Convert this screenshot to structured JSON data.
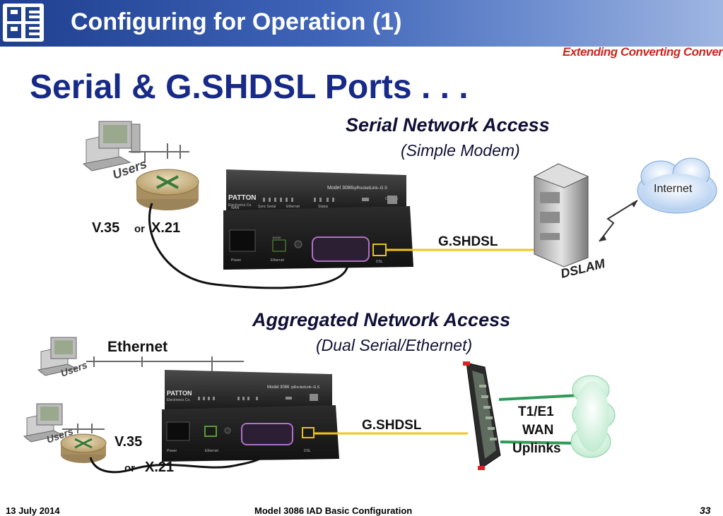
{
  "header": {
    "title": "Configuring for Operation (1)",
    "logo_text": "P E"
  },
  "tagline": "Extending Converting Converging",
  "slide_title": "Serial & G.SHDSL Ports . . .",
  "top_section": {
    "heading": "Serial Network Access",
    "subheading": "(Simple Modem)",
    "users_label": "Users",
    "interface_main": "V.35",
    "interface_or": "or",
    "interface_alt": "X.21",
    "link_label": "G.SHDSL",
    "dslam_label": "DSLAM",
    "cloud_label": "Internet"
  },
  "bottom_section": {
    "heading": "Aggregated Network Access",
    "subheading": "(Dual Serial/Ethernet)",
    "ethernet_label": "Ethernet",
    "users_label": "Users",
    "interface_main": "V.35",
    "interface_or": "or",
    "interface_alt": "X.21",
    "link_label": "G.SHDSL",
    "wan_line1": "T1/E1",
    "wan_line2": "WAN",
    "wan_line3": "Uplinks"
  },
  "device": {
    "brand_line1": "PATTON",
    "brand_line2": "Electronics Co.",
    "model": "Model 3086",
    "product": "ipRocketLink–G.S",
    "port_wan": "WAN",
    "port_sync_serial": "Sync Serial",
    "port_ethernet": "Ethernet",
    "port_status": "Status",
    "port_console": "Console",
    "rear_power": "Power",
    "rear_ethernet": "Ethernet",
    "rear_dsl": "DSL",
    "rear_speed": "10/100"
  },
  "footer": {
    "date": "13 July 2014",
    "center": "Model 3086 IAD Basic Configuration",
    "page": "33"
  },
  "colors": {
    "header_dark": "#1f3f8f",
    "title": "#172a88",
    "tagline": "#c8281e",
    "dsl_line": "#f0c419",
    "wan_line": "#2e9a57"
  }
}
